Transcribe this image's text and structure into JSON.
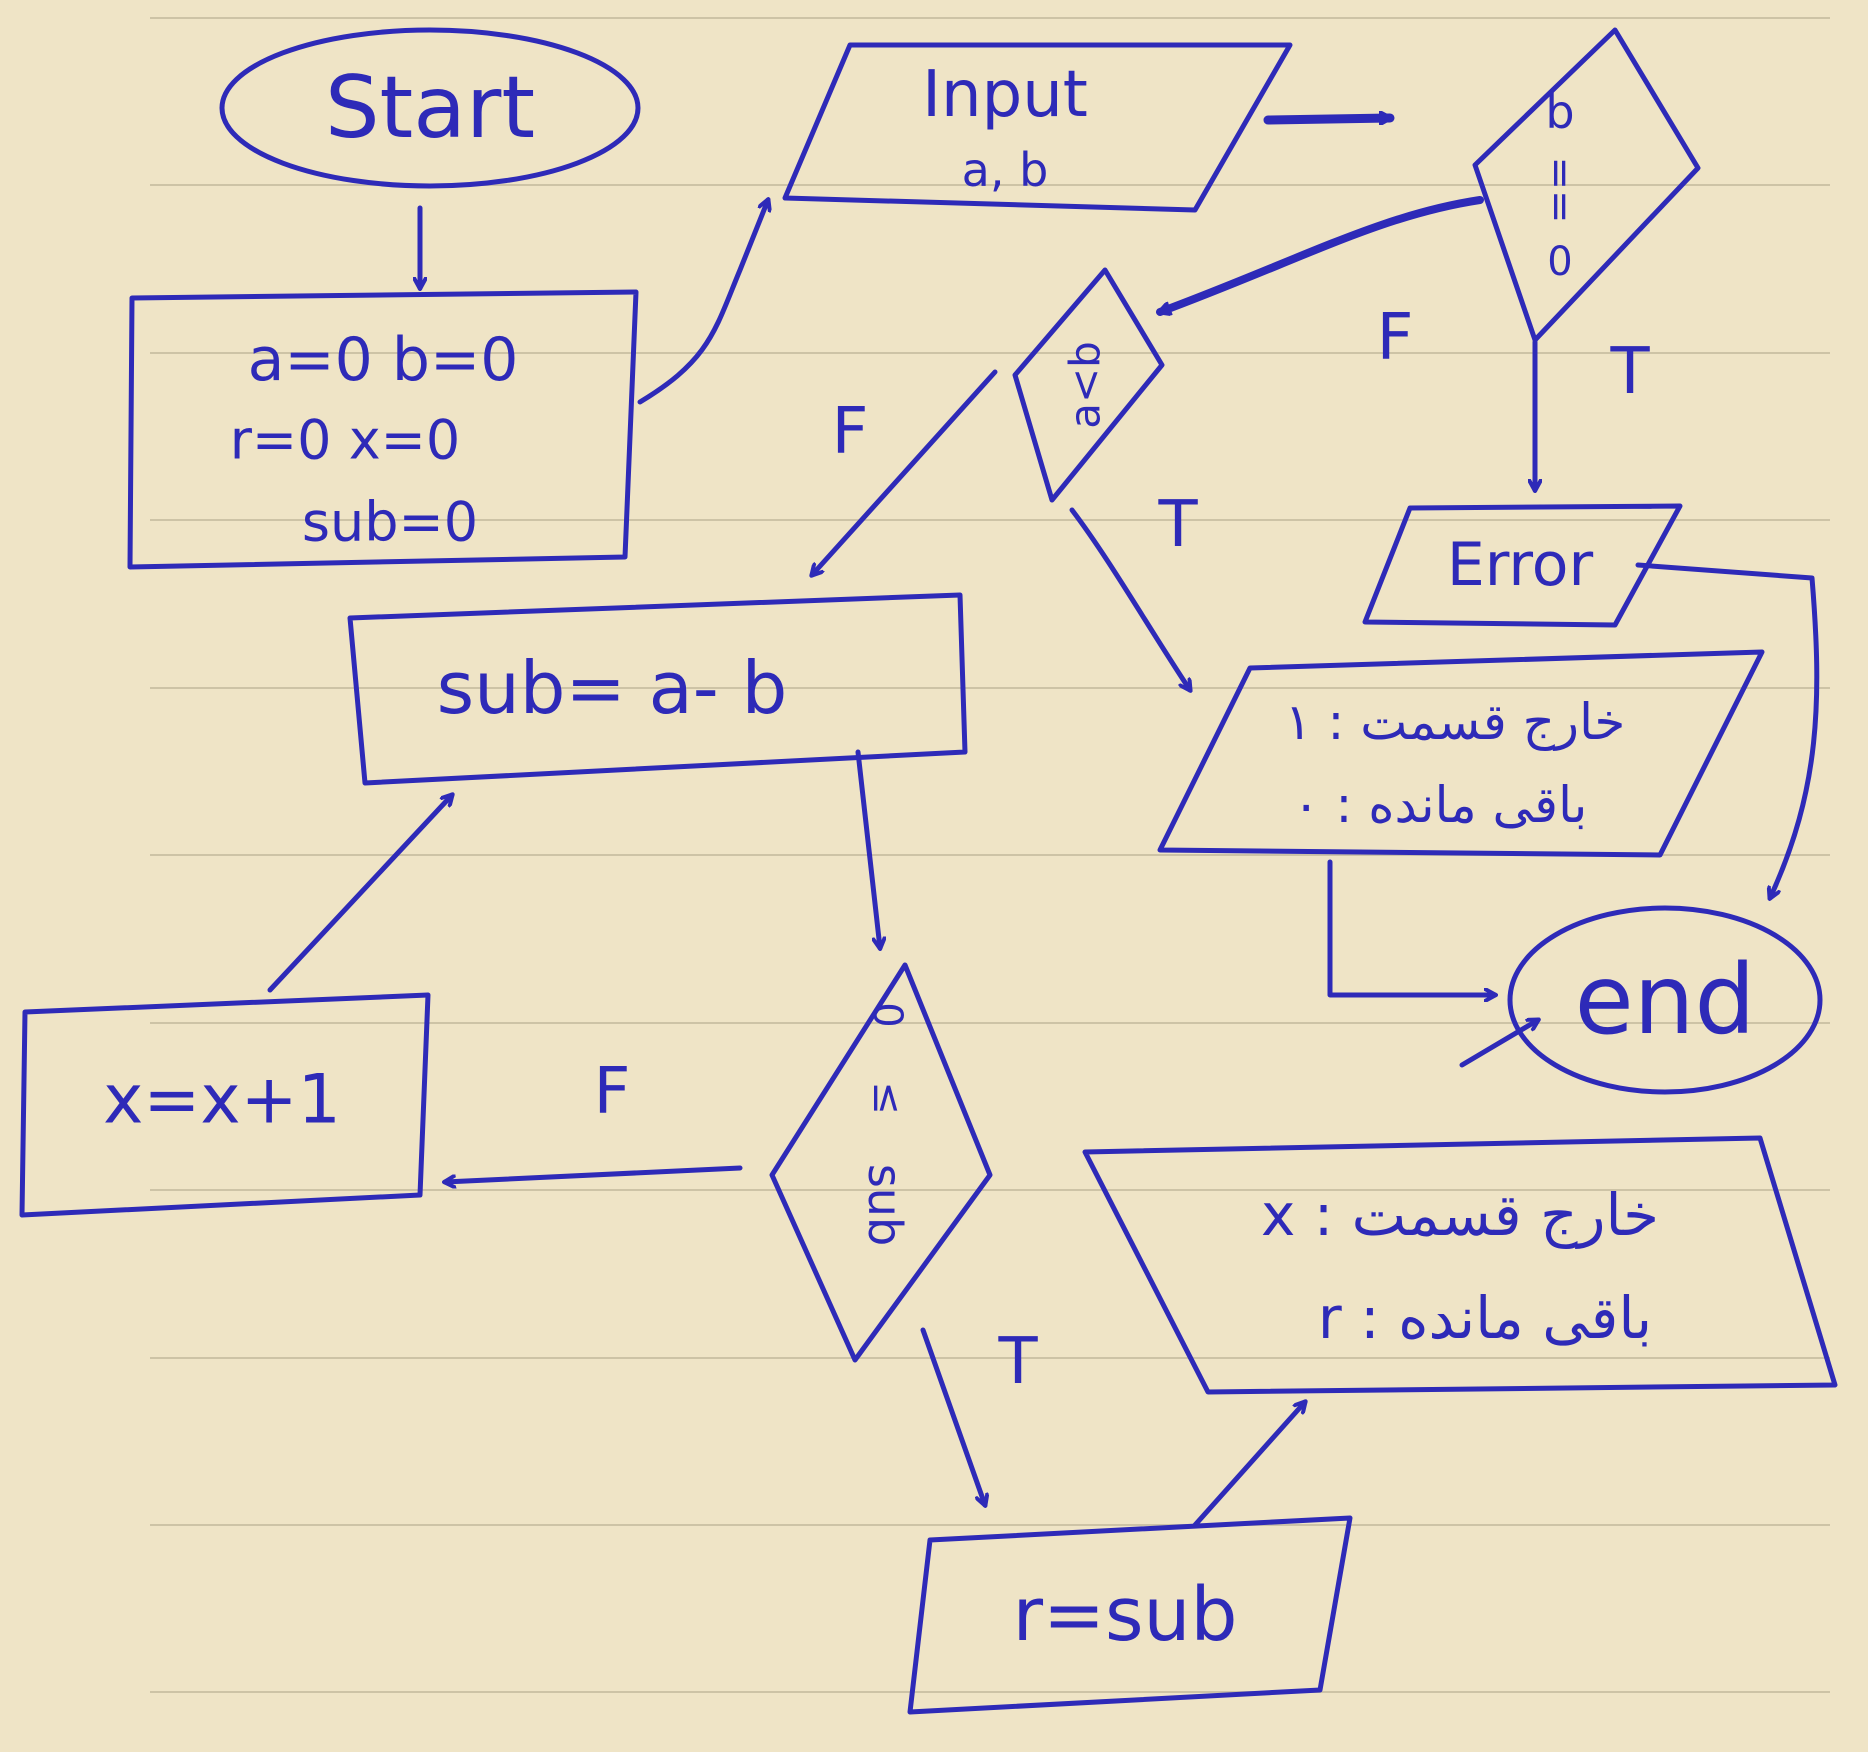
{
  "nodes": {
    "start": "Start",
    "init": [
      "a=0  b=0",
      "r=0  x=0",
      "sub=0"
    ],
    "input": [
      "Input",
      "a, b"
    ],
    "cond_b_zero": [
      "b",
      "==",
      "0"
    ],
    "error": "Error",
    "cond_a_lt_b": "a<b",
    "sub_calc": "sub= a- b",
    "cond_sub": [
      "sub",
      "≤",
      "0"
    ],
    "inc_x": "x=x+1",
    "assign_r": "r=sub",
    "output_1": [
      "خارج قسمت : ۱",
      "باقی مانده : ۰"
    ],
    "output_2": [
      "خارج قسمت : x",
      "باقی مانده : r"
    ],
    "end": "end"
  },
  "edge_labels": {
    "b_zero_true": "T",
    "b_zero_false": "F",
    "a_lt_b_true": "T",
    "a_lt_b_false": "F",
    "sub_true": "T",
    "sub_false": "F"
  },
  "colors": {
    "ink": "#2e2ab8",
    "paper": "#efe4c6",
    "rule": "#cdc3a6"
  }
}
